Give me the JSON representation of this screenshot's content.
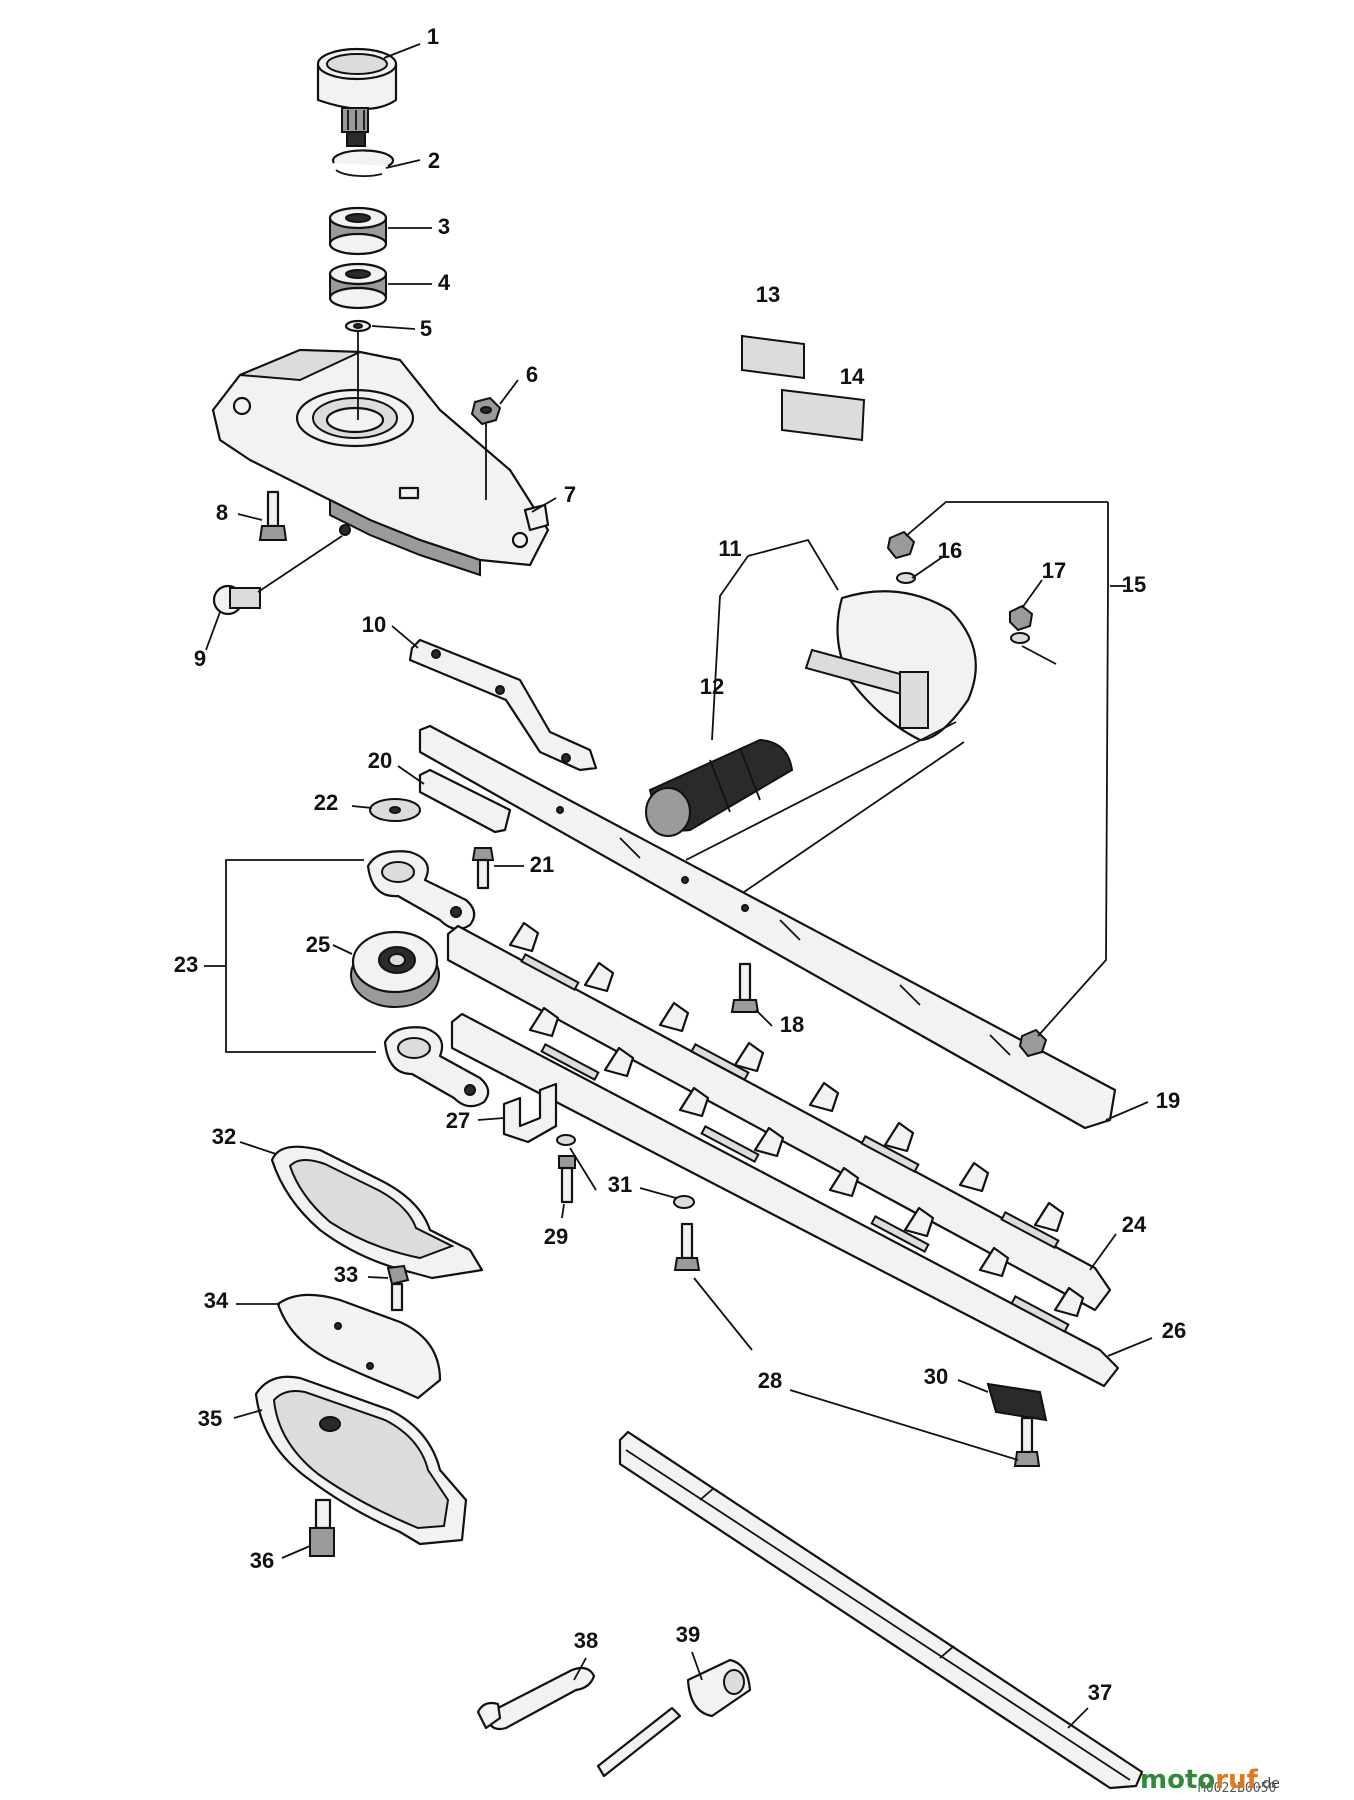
{
  "diagram": {
    "drawing_code": "M0022B0050",
    "watermark": {
      "part1": "moto",
      "part2": "ruf",
      "suffix": ".de"
    },
    "callouts": {
      "c1": "1",
      "c2": "2",
      "c3": "3",
      "c4": "4",
      "c5": "5",
      "c6": "6",
      "c7": "7",
      "c8": "8",
      "c9": "9",
      "c10": "10",
      "c11": "11",
      "c12": "12",
      "c13": "13",
      "c14": "14",
      "c15": "15",
      "c16": "16",
      "c17": "17",
      "c18": "18",
      "c19": "19",
      "c20": "20",
      "c21": "21",
      "c22": "22",
      "c23": "23",
      "c24": "24",
      "c25": "25",
      "c26": "26",
      "c27": "27",
      "c28": "28",
      "c29": "29",
      "c30": "30",
      "c31": "31",
      "c32": "32",
      "c33": "33",
      "c34": "34",
      "c35": "35",
      "c36": "36",
      "c37": "37",
      "c38": "38",
      "c39": "39"
    }
  }
}
